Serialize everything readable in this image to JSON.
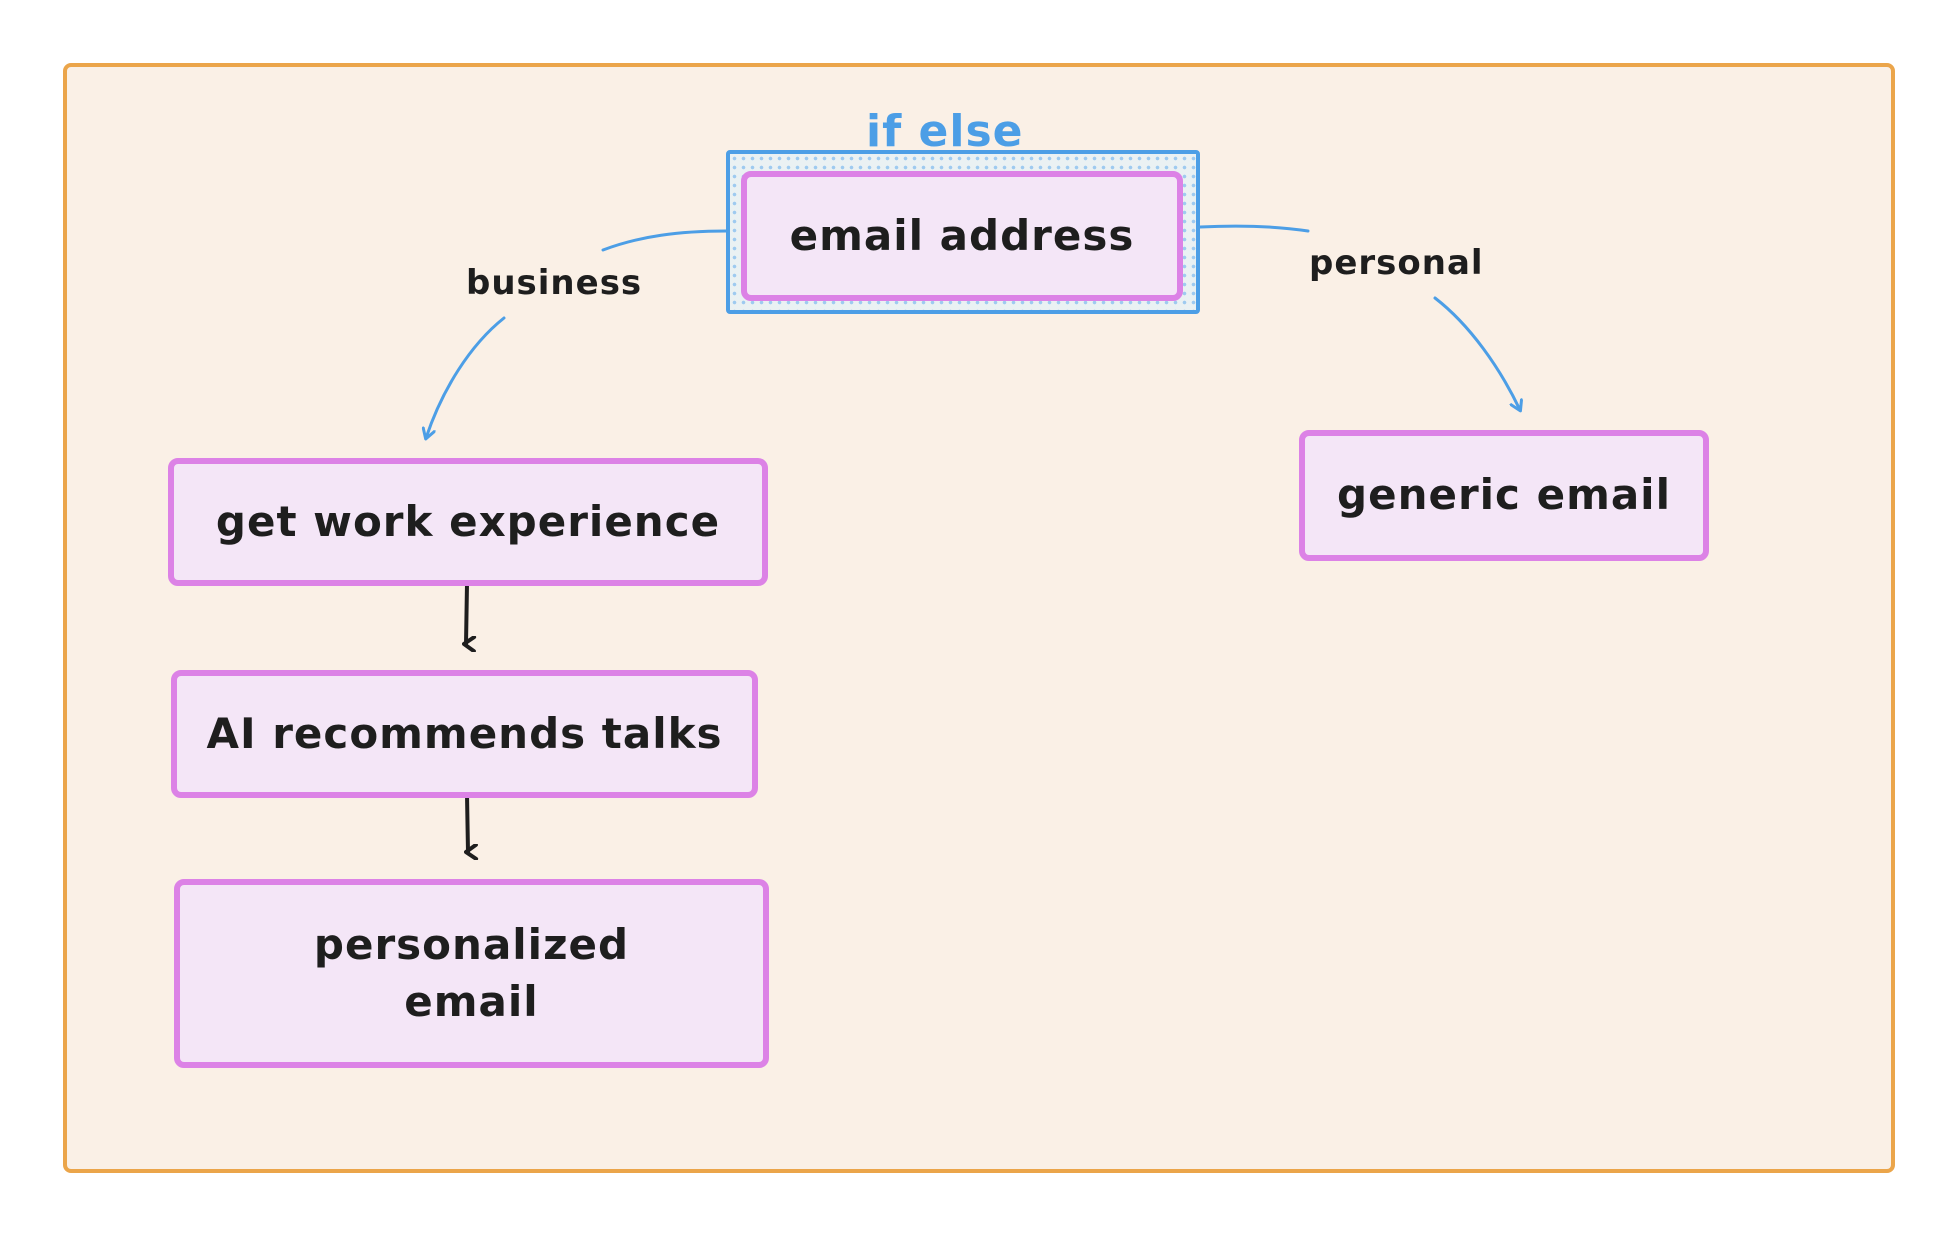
{
  "diagram": {
    "group_label": "if else",
    "nodes": {
      "email_address": "email address",
      "get_work_experience": "get work experience",
      "ai_recommends_talks": "AI recommends talks",
      "personalized_email": [
        "personalized",
        "email"
      ],
      "generic_email": "generic email"
    },
    "edges": {
      "business_label": "business",
      "personal_label": "personal"
    },
    "colors": {
      "frame_border": "#eba54a",
      "frame_fill": "#faf0e6",
      "node_border": "#dc82e6",
      "node_fill": "#f4e6f7",
      "group_border": "#4c9ee6",
      "branch_arrow": "#4c9ee6",
      "flow_arrow": "#1e1e1e"
    }
  }
}
